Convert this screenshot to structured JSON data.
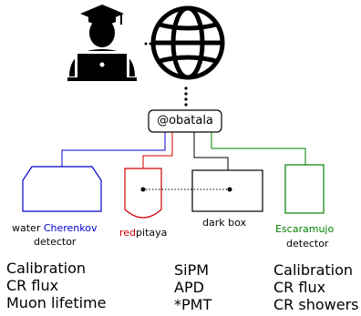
{
  "hub": {
    "label": "@obatala"
  },
  "nodes": {
    "cherenkov": {
      "prefix": "water ",
      "highlight": "Cherenkov",
      "line2": "detector",
      "color": "#0000cc"
    },
    "redpitaya": {
      "highlight": "red",
      "rest": "pitaya",
      "color": "#cc0000"
    },
    "darkbox": {
      "label": "dark box",
      "color": "#000000"
    },
    "escaramujo": {
      "highlight": "Escaramujo",
      "line2": "detector",
      "color": "#008000"
    }
  },
  "uses": {
    "cherenkov": [
      "Calibration",
      "CR flux",
      "Muon lifetime"
    ],
    "redpitaya": [
      "SiPM",
      "APD",
      "*PMT"
    ],
    "escaramujo": [
      "Calibration",
      "CR flux",
      "CR showers"
    ]
  },
  "icons": [
    "user-with-laptop-icon",
    "globe-icon"
  ]
}
